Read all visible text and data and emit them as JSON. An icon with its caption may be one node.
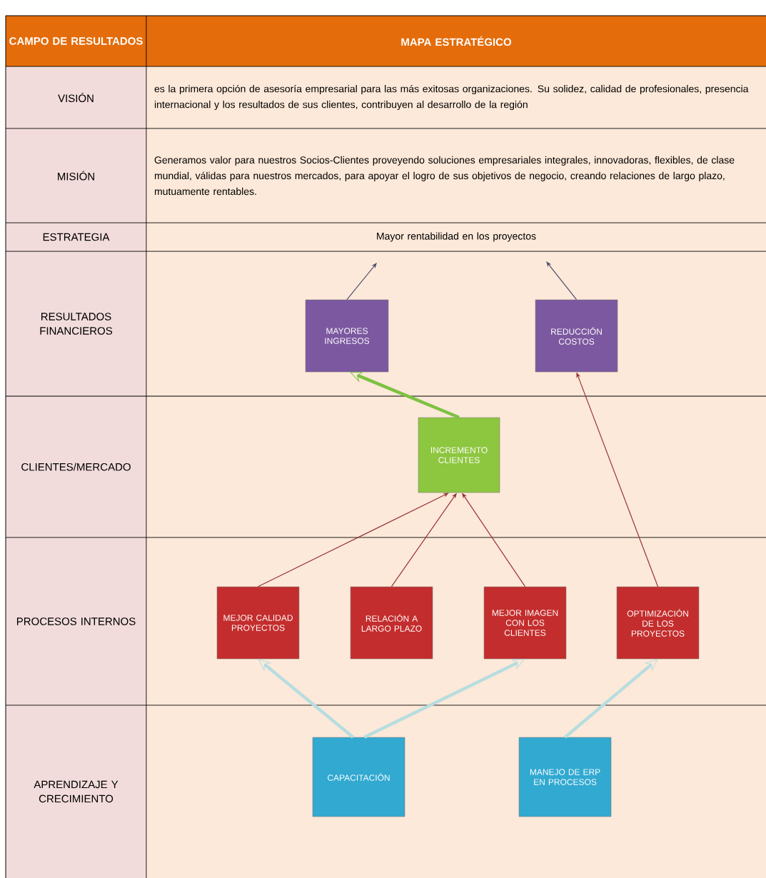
{
  "diagram": {
    "nodes": [
      {
        "text": [
          "MAYORES INGRESOS"
        ]
      },
      {
        "text": [
          "REDUCCIÓN COSTOS"
        ]
      },
      {
        "text": [
          "INCREMENTO CLIENTES"
        ]
      },
      {
        "text": [
          "MEJOR CALIDAD PROYECTOS"
        ]
      },
      {
        "text": [
          "RELACIÓN A LARGO PLAZO"
        ]
      },
      {
        "text": [
          "MEJOR IMAGEN CON LOS CLIENTES"
        ]
      },
      {
        "text": [
          "OPTIMIZACIÓN DE LOS PROYECTOS"
        ]
      },
      {
        "text": [
          "CAPACITACIÓN"
        ]
      },
      {
        "text": [
          "MANEJO DE ERP EN PROCESOS"
        ]
      }
    ],
    "edges": [
      {
        "from": 0,
        "to": null,
        "arrow": "to",
        "color": "#4a4a6a"
      },
      {
        "from": 1,
        "to": null,
        "arrow": "to",
        "color": "#4a4a6a"
      },
      {
        "from": 2,
        "to": 0,
        "arrow": "to",
        "style": "thick",
        "color": "#7dc242"
      },
      {
        "from": 3,
        "to": 2,
        "arrow": "to"
      },
      {
        "from": 4,
        "to": 2,
        "arrow": "to"
      },
      {
        "from": 5,
        "to": 2,
        "arrow": "to"
      },
      {
        "from": 6,
        "to": 1,
        "arrow": "to"
      },
      {
        "from": 7,
        "to": 3,
        "arrow": "to",
        "style": "thick",
        "color": "#b7dde0"
      },
      {
        "from": 7,
        "to": 5,
        "arrow": "to",
        "style": "thick",
        "color": "#b7dde0"
      },
      {
        "from": 8,
        "to": 6,
        "arrow": "to",
        "style": "thick",
        "color": "#b7dde0"
      }
    ],
    "labels": [
      "CAMPO DE RESULTADOS",
      "MAPA ESTRATÉGICO",
      "VISIÓN",
      "es la primera opción de asesoría empresarial para las más exitosas organizaciones. Su solidez, calidad de profesionales, presencia internacional y los resultados de sus clientes, contribuyen al desarrollo de la región",
      "MISIÓN",
      "Generamos valor para nuestros Socios-Clientes proveyendo soluciones empresariales integrales, innovadoras, flexibles, de clase mundial, válidas para nuestros mercados, para apoyar el logro de sus objetivos de negocio, creando relaciones de largo plazo, mutuamente rentables.",
      "ESTRATEGIA",
      "Mayor rentabilidad en los proyectos",
      "RESULTADOS FINANCIEROS",
      "CLIENTES/MERCADO",
      "PROCESOS INTERNOS",
      "APRENDIZAJE Y CRECIMIENTO"
    ]
  }
}
